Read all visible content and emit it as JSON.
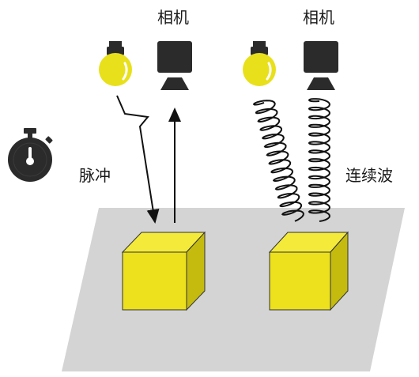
{
  "labels": {
    "camera_left": "相机",
    "camera_right": "相机",
    "pulse": "脉冲",
    "continuous_wave": "连续波"
  },
  "icons": {
    "bulb": "lightbulb-icon",
    "camera": "camera-icon",
    "stopwatch": "stopwatch-icon"
  },
  "colors": {
    "bulb_fill": "#e8e01a",
    "cube_front": "#ece11c",
    "cube_top": "#f3ea3a",
    "cube_side": "#c4bb0e",
    "floor": "#d4d4d4",
    "dark": "#2b2b2b"
  }
}
